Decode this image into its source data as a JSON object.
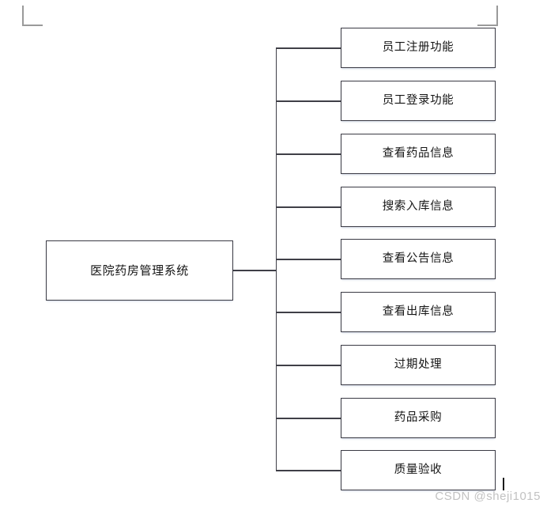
{
  "document": {
    "type": "hierarchy-diagram",
    "background_color": "#ffffff",
    "line_color": "#3f3f47",
    "box_border_color": "#3a3a44",
    "text_color": "#151515"
  },
  "corner_marks": {
    "top_left": "page-margin-corner",
    "top_right": "page-margin-corner"
  },
  "diagram": {
    "root": {
      "label": "医院药房管理系统"
    },
    "children": [
      {
        "label": "员工注册功能"
      },
      {
        "label": "员工登录功能"
      },
      {
        "label": "查看药品信息"
      },
      {
        "label": "搜索入库信息"
      },
      {
        "label": "查看公告信息"
      },
      {
        "label": "查看出库信息"
      },
      {
        "label": "过期处理"
      },
      {
        "label": "药品采购"
      },
      {
        "label": "质量验收"
      }
    ]
  },
  "watermark": {
    "text": "CSDN @sheji1015",
    "color": "#c2c2c2"
  }
}
